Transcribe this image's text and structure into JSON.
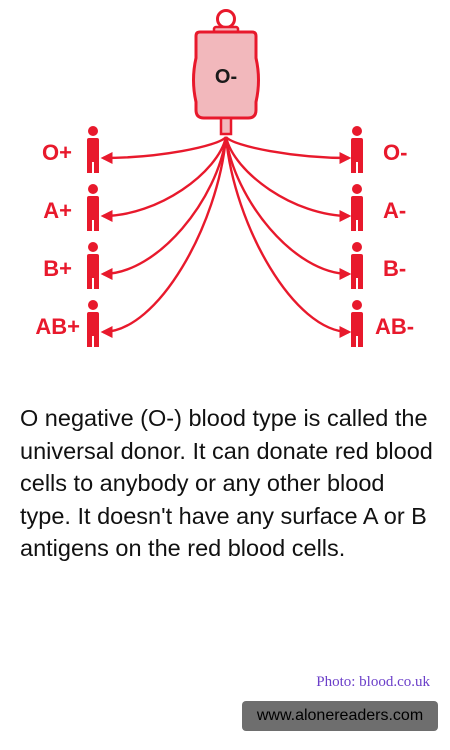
{
  "diagram": {
    "donor_bag_label": "O-",
    "recipients_left": [
      "O+",
      "A+",
      "B+",
      "AB+"
    ],
    "recipients_right": [
      "O-",
      "A-",
      "B-",
      "AB-"
    ],
    "colors": {
      "accent": "#e8192c",
      "bag_fill": "#f2b8bc",
      "bag_stroke": "#e8192c"
    },
    "icons": {
      "bag": "blood-bag-icon",
      "person": "person-icon",
      "arrow": "arrow-icon"
    }
  },
  "description": "O negative (O-) blood type is called the universal donor. It can donate red blood cells to anybody or any other blood type. It doesn't have any surface A or B antigens on the red blood cells.",
  "credit": "Photo: blood.co.uk",
  "watermark": "www.alonereaders.com"
}
